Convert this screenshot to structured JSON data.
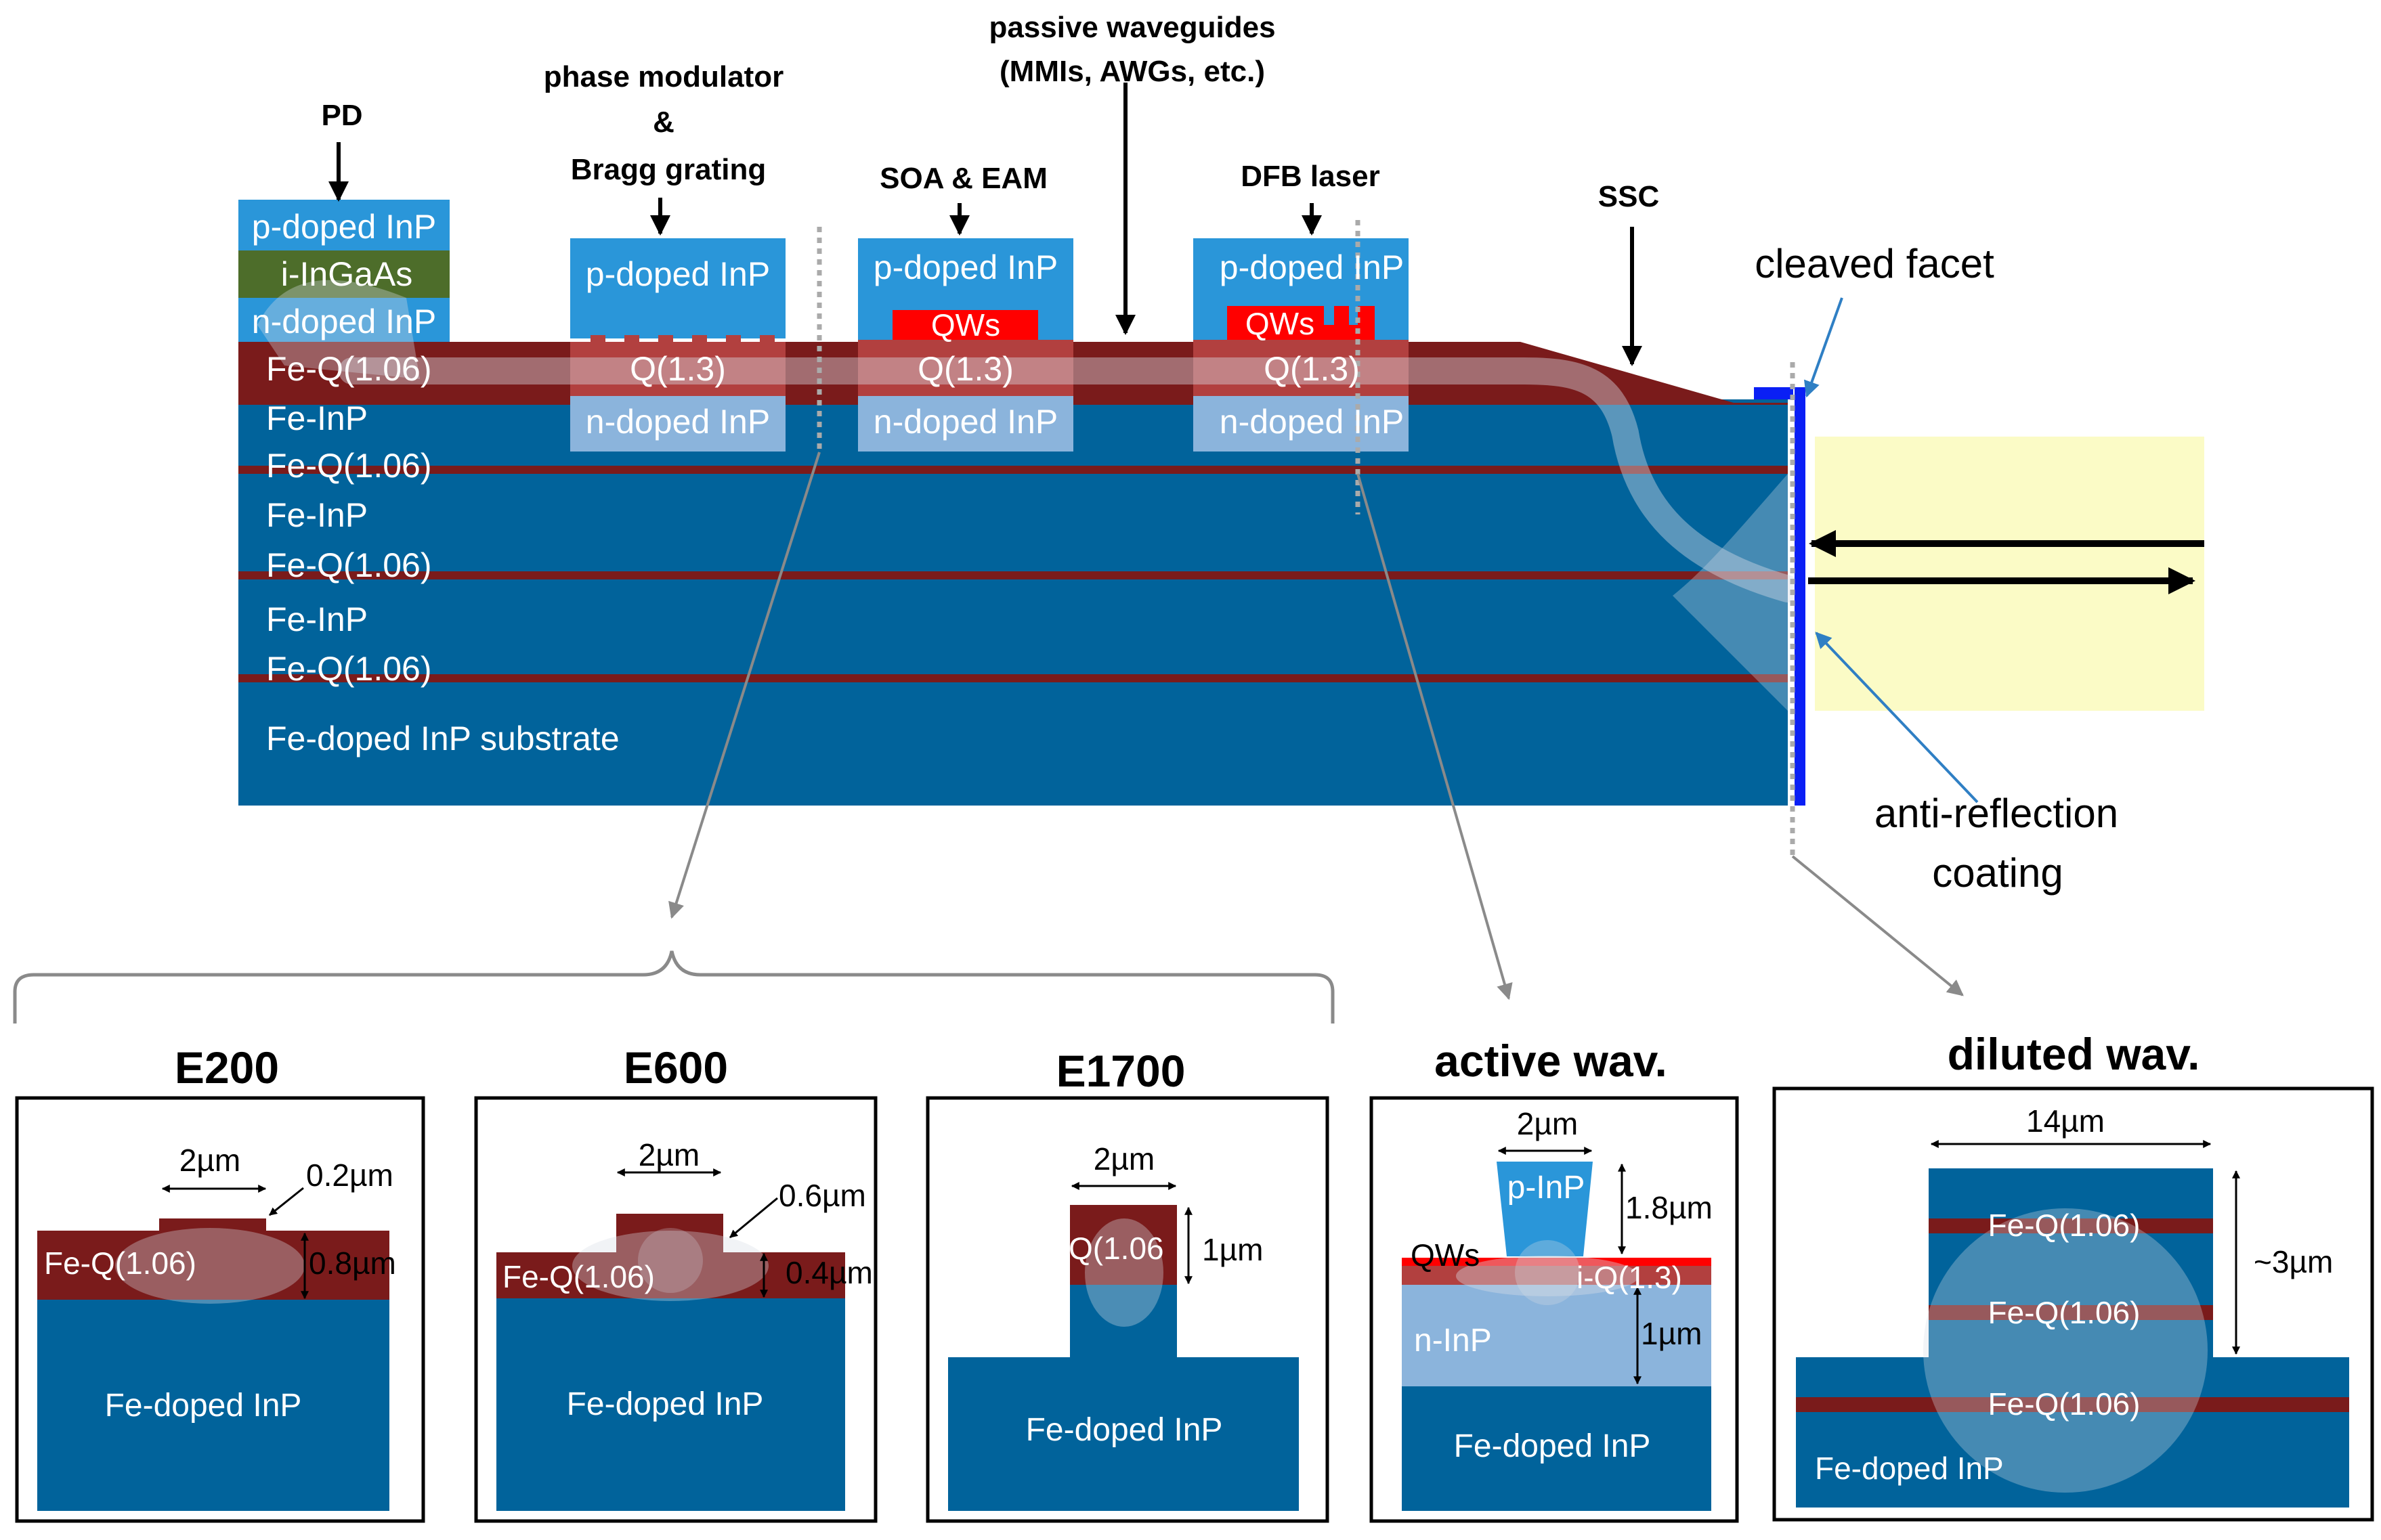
{
  "colors": {
    "substrate": "#01639b",
    "fe_q": "#7a1b1b",
    "p_inp": "#2a96d9",
    "n_inp": "#8bb4dc",
    "q13": "#b2403f",
    "qws": "#ff0000",
    "ingaas": "#4d6d2a",
    "coating": "#0a1ff5",
    "fiber": "#fbfbc6",
    "mode": "#d8dde6",
    "leader": "#999999",
    "callout": "#2f7fc4"
  },
  "top": {
    "pd": {
      "label": "PD",
      "p_layer": "p-doped InP",
      "i_layer": "i-InGaAs",
      "n_layer": "n-doped InP"
    },
    "phase_mod": {
      "label_line1": "phase modulator",
      "label_line2": "&",
      "label_line3": "Bragg grating",
      "p_layer": "p-doped InP",
      "q_layer": "Q(1.3)",
      "n_layer": "n-doped InP"
    },
    "soa": {
      "label": "SOA & EAM",
      "p_layer": "p-doped InP",
      "qws": "QWs",
      "q_layer": "Q(1.3)",
      "n_layer": "n-doped InP"
    },
    "passive": {
      "label_line1": "passive waveguides",
      "label_line2": "(MMIs, AWGs, etc.)"
    },
    "dfb": {
      "label": "DFB laser",
      "p_layer": "p-doped InP",
      "qws": "QWs",
      "q_layer": "Q(1.3)",
      "n_layer": "n-doped InP"
    },
    "ssc": {
      "label": "SSC"
    },
    "cleaved_facet": "cleaved facet",
    "ar_coating_line1": "anti-reflection",
    "ar_coating_line2": "coating",
    "layers": {
      "feq1": "Fe-Q(1.06)",
      "feinp1": "Fe-InP",
      "feq2": "Fe-Q(1.06)",
      "feinp2": "Fe-InP",
      "feq3": "Fe-Q(1.06)",
      "feinp3": "Fe-InP",
      "feq4": "Fe-Q(1.06)",
      "substrate": "Fe-doped InP substrate"
    }
  },
  "panels": {
    "e200": {
      "title": "E200",
      "width": "2µm",
      "rib_height": "0.2µm",
      "core": "Fe-Q(1.06)",
      "core_thickness": "0.8µm",
      "substrate": "Fe-doped InP"
    },
    "e600": {
      "title": "E600",
      "width": "2µm",
      "rib_height": "0.6µm",
      "core": "Fe-Q(1.06)",
      "core_thickness": "0.4µm",
      "substrate": "Fe-doped InP"
    },
    "e1700": {
      "title": "E1700",
      "width": "2µm",
      "core": "Q(1.06",
      "height": "1µm",
      "substrate": "Fe-doped InP"
    },
    "active": {
      "title": "active wav.",
      "width": "2µm",
      "p_layer": "p-InP",
      "p_height": "1.8µm",
      "qws": "QWs",
      "iq": "i-Q(1.3)",
      "n_layer": "n-InP",
      "n_height": "1µm",
      "substrate": "Fe-doped InP"
    },
    "diluted": {
      "title": "diluted wav.",
      "width": "14µm",
      "height": "~3µm",
      "layer1": "Fe-Q(1.06)",
      "layer2": "Fe-Q(1.06)",
      "layer3": "Fe-Q(1.06)",
      "substrate": "Fe-doped InP"
    }
  }
}
